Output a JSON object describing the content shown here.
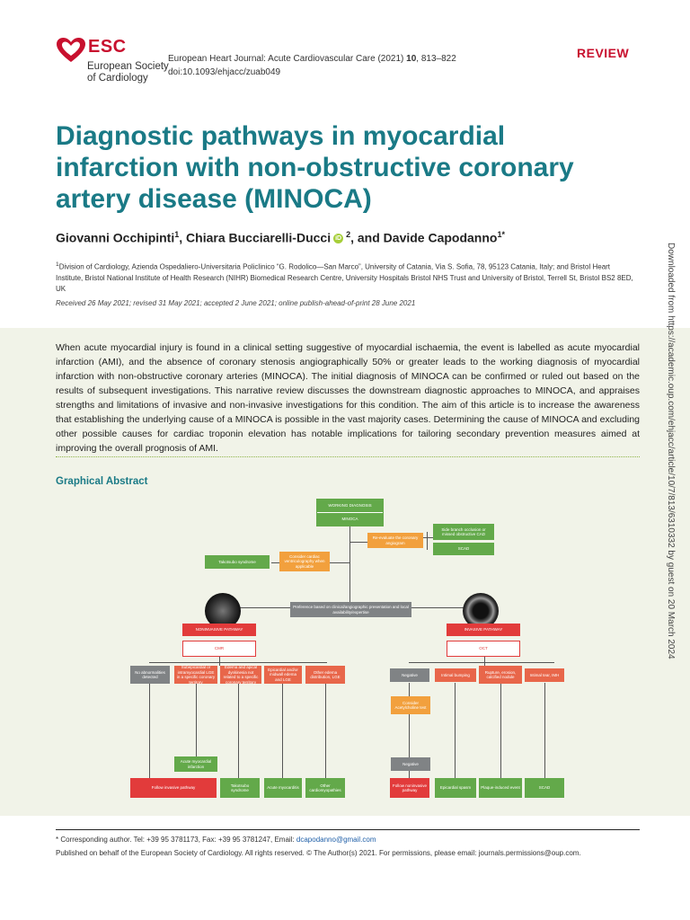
{
  "header": {
    "logo_text": "ESC",
    "logo_sub": "European Society\nof Cardiology",
    "journal_prefix": "European Heart Journal: Acute Cardiovascular Care (2021) ",
    "journal_vol": "10",
    "journal_pages": ", 813–822",
    "doi": "doi:10.1093/ehjacc/zuab049",
    "article_type": "REVIEW"
  },
  "article": {
    "title": "Diagnostic pathways in myocardial infarction with non-obstructive coronary artery disease (MINOCA)",
    "authors": [
      {
        "name": "Giovanni Occhipinti",
        "sup": "1"
      },
      {
        "name": "Chiara Bucciarelli-Ducci",
        "sup": "2"
      },
      {
        "name": "Davide Capodanno",
        "sup": "1*"
      }
    ],
    "author_sep1": ", ",
    "author_sep2": ", and ",
    "orcid_label": "iD",
    "affiliations": "Division of Cardiology, Azienda Ospedaliero-Universitaria Policlinico “G. Rodolico—San Marco”, University of Catania, Via S. Sofia, 78, 95123 Catania, Italy; and Bristol Heart Institute, Bristol National Institute of Health Research (NIHR) Biomedical Research Centre, University Hospitals Bristol NHS Trust and University of Bristol, Terrell St, Bristol BS2 8ED, UK",
    "affil_sup1": "1",
    "affil_sup2": "2",
    "received": "Received 26 May 2021; revised 31 May 2021; accepted 2 June 2021; online publish-ahead-of-print 28 June 2021",
    "abstract": "When acute myocardial injury is found in a clinical setting suggestive of myocardial ischaemia, the event is labelled as acute myocardial infarction (AMI), and the absence of coronary stenosis angiographically 50% or greater leads to the working diagnosis of myocardial infarction with non-obstructive coronary arteries (MINOCA). The initial diagnosis of MINOCA can be confirmed or ruled out based on the results of subsequent investigations. This narrative review discusses the downstream diagnostic approaches to MINOCA, and appraises strengths and limitations of invasive and non-invasive investigations for this condition. The aim of this article is to increase the awareness that establishing the underlying cause of a MINOCA is possible in the vast majority cases. Determining the cause of MINOCA and excluding other possible causes for cardiac troponin elevation has notable implications for tailoring secondary prevention measures aimed at improving the overall prognosis of AMI.",
    "graphical_abstract_heading": "Graphical Abstract"
  },
  "flowchart": {
    "working_diagnosis": "WORKING DIAGNOSIS",
    "minoca": "MINOCA",
    "reevaluate": "Re-evaluate the coronary angiogram",
    "side_branch": "Side branch occlusion or missed obstructive CAD",
    "scad_top": "SCAD",
    "takotsubo_top": "Takotsubo syndrome",
    "consider_lv": "Consider cardiac ventriculography when applicable",
    "preference": "Preference based on clinical/angiographic presentation and local availability/expertise",
    "noninvasive_pathway": "NONINVASIVE PATHWAY",
    "invasive_pathway": "INVASIVE PATHWAY",
    "cmr": "CMR",
    "oct": "OCT",
    "no_abnormalities": "No abnormalities detected",
    "subepicardial": "Subepicardial or intramyocardial LGE in a specific coronary territory",
    "edema_apical": "Edema and apical dyskinesia not related to a specific coronary territory",
    "epicardial_edema": "Epicardial and/or midwall edema and LGE",
    "other_edema": "Other edema distribution, LGE",
    "negative1": "Negative",
    "intimal_bumping": "Intimal bumping",
    "rupture": "Rupture, erosion, calcified nodule",
    "intimal_tear": "Intimal tear, IMH",
    "consider_ach": "Consider Acetylcholine test",
    "negative2": "Negative",
    "acute_mi": "Acute myocardial infarction",
    "follow_invasive": "Follow invasive pathway",
    "takotsubo_bottom": "Takotsubo syndrome",
    "acute_myocarditis": "Acute myocarditis",
    "other_cardiomyopathies": "Other cardiomyopathies",
    "follow_noninvasive": "Follow noninvasive pathway",
    "epicardial_spasm": "Epicardial spasm",
    "plaque_induced": "Plaque-induced event",
    "scad_bottom": "SCAD"
  },
  "sidebar": {
    "downloaded": "Downloaded from https://academic.oup.com/ehjacc/article/10/7/813/6310332 by guest on 20 March 2024"
  },
  "footer": {
    "corresponding": "* Corresponding author. Tel: +39 95 3781173, Fax: +39 95 3781247, Email: ",
    "email": "dcapodanno@gmail.com",
    "published": "Published on behalf of the European Society of Cardiology. All rights reserved. © The Author(s) 2021. For permissions, please email: journals.permissions@oup.com."
  },
  "colors": {
    "brand_red": "#c8102e",
    "title_teal": "#1a7a86",
    "band_bg": "#f1f3e8",
    "green": "#63a94a",
    "orange": "#f2a03d",
    "red": "#e23b3b",
    "grey": "#808385"
  }
}
